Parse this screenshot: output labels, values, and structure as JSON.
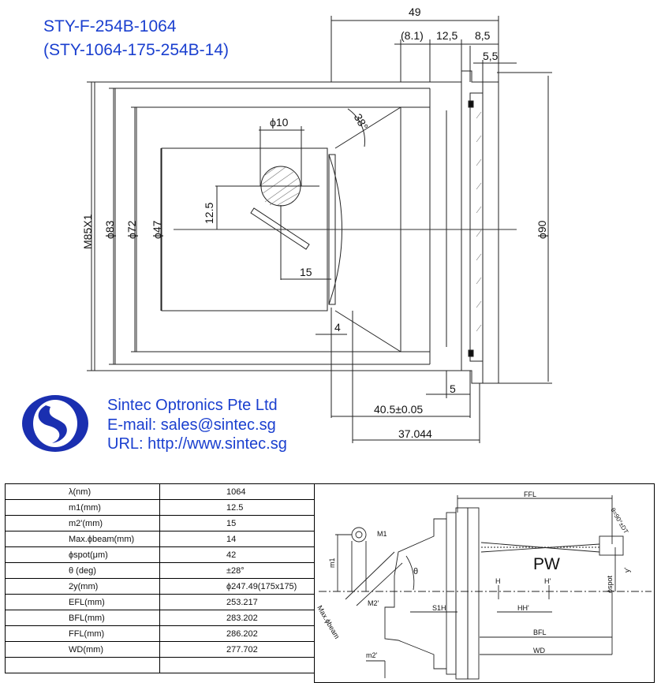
{
  "header": {
    "model": "STY-F-254B-1064",
    "alt_model": "(STY-1064-175-254B-14)"
  },
  "dimensions": {
    "d49": "49",
    "d8_1": "(8.1)",
    "d12_5_top": "12,5",
    "d8_5": "8,5",
    "d5_5": "5,5",
    "angle38": "38°",
    "phi10": "ϕ10",
    "d12_5_side": "12.5",
    "d15": "15",
    "d4": "4",
    "m85": "M85X1",
    "phi83": "ϕ83",
    "phi72": "ϕ72",
    "phi47": "ϕ47",
    "phi90": "ϕ90",
    "d5_bottom": "5",
    "d40_5": "40.5±0.05",
    "d37": "37.044"
  },
  "company": {
    "name": "Sintec Optronics Pte Ltd",
    "email": "E-mail: sales@sintec.sg",
    "url": "URL: http://www.sintec.sg"
  },
  "specs": [
    {
      "label": "λ(nm)",
      "value": "1064"
    },
    {
      "label": "m1(mm)",
      "value": "12.5"
    },
    {
      "label": "m2'(mm)",
      "value": "15"
    },
    {
      "label": "Max.ϕbeam(mm)",
      "value": "14"
    },
    {
      "label": "ϕspot(μm)",
      "value": "42"
    },
    {
      "label": "θ (deg)",
      "value": "±28°"
    },
    {
      "label": "2y(mm)",
      "value": "ϕ247.49(175x175)"
    },
    {
      "label": "EFL(mm)",
      "value": "253.217"
    },
    {
      "label": "BFL(mm)",
      "value": "283.202"
    },
    {
      "label": "FFL(mm)",
      "value": "286.202"
    },
    {
      "label": "WD(mm)",
      "value": "277.702"
    },
    {
      "label": "",
      "value": ""
    }
  ],
  "schematic": {
    "ffl": "FFL",
    "bfl": "BFL",
    "wd": "WD",
    "m1": "M1",
    "m2p": "M2'",
    "m1_dim": "m1",
    "m2p_dim": "m2'",
    "theta": "θ",
    "pw": "PW",
    "h": "H",
    "hp": "H'",
    "hhp": "HH'",
    "s1h": "S1H",
    "max_beam": "Max.ϕbeam",
    "spot": "ϕspot",
    "y_prime": "y'",
    "tolerance": "θ=90°±DT"
  },
  "colors": {
    "title_blue": "#1a3fcf",
    "logo_blue": "#1a2fb0"
  }
}
